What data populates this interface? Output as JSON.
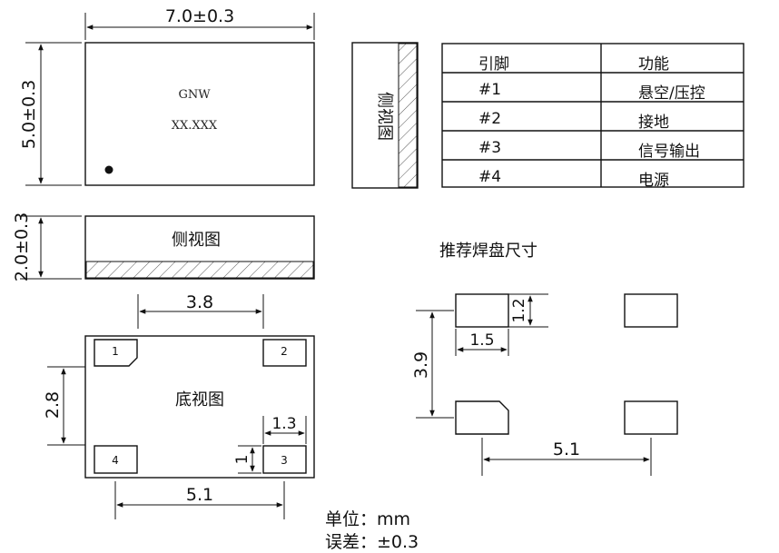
{
  "top_view": {
    "width_label": "7.0±0.3",
    "height_label": "5.0±0.3",
    "marking_line1": "GNW",
    "marking_line2": "XX.XXX"
  },
  "side_view": {
    "label": "侧视图",
    "thickness_label": "2.0±0.3",
    "vertical_label": "侧视图"
  },
  "pin_table": {
    "headers": [
      "引脚",
      "功能"
    ],
    "rows": [
      [
        "#1",
        "悬空/压控"
      ],
      [
        "#2",
        "接地"
      ],
      [
        "#3",
        "信号输出"
      ],
      [
        "#4",
        "电源"
      ]
    ]
  },
  "bottom_view": {
    "label": "底视图",
    "top_spacing": "3.8",
    "bottom_spacing": "5.1",
    "vertical_spacing": "2.8",
    "pad_width": "1.3",
    "pad_height": "1",
    "pins": [
      "1",
      "2",
      "3",
      "4"
    ]
  },
  "footprint": {
    "title": "推荐焊盘尺寸",
    "pad_height": "1.2",
    "pad_width": "1.5",
    "vertical_spacing": "3.9",
    "horizontal_spacing": "5.1"
  },
  "notes": {
    "unit": "单位：mm",
    "tolerance": "误差：±0.3"
  }
}
